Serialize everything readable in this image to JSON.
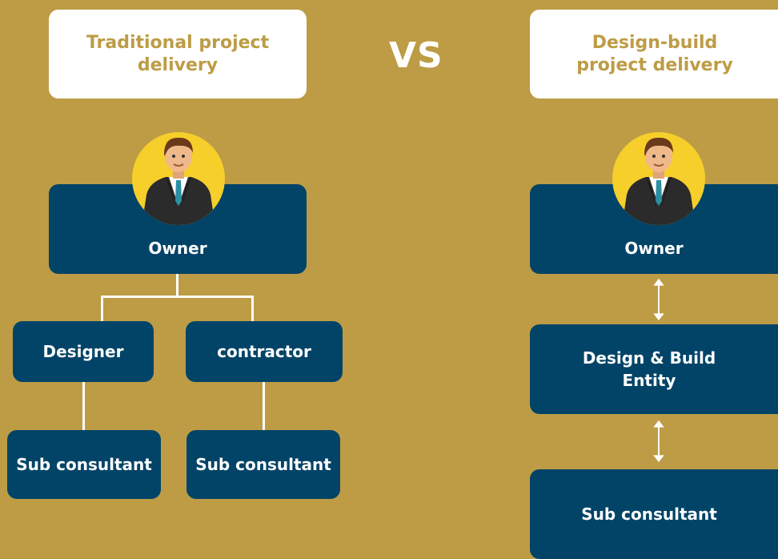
{
  "left": {
    "title": "Traditional project delivery",
    "owner": "Owner",
    "designer": "Designer",
    "contractor": "contractor",
    "sub1": "Sub consultant",
    "sub2": "Sub consultant"
  },
  "vs": "VS",
  "right": {
    "title": "Design-build project delivery",
    "owner": "Owner",
    "entity": "Design & Build Entity",
    "sub": "Sub consultant"
  },
  "colors": {
    "background": "#bd9c45",
    "box": "#024467",
    "card": "#ffffff",
    "avatar_circle": "#f6cf2a"
  },
  "icons": [
    "businessman-icon",
    "double-arrow-icon"
  ]
}
